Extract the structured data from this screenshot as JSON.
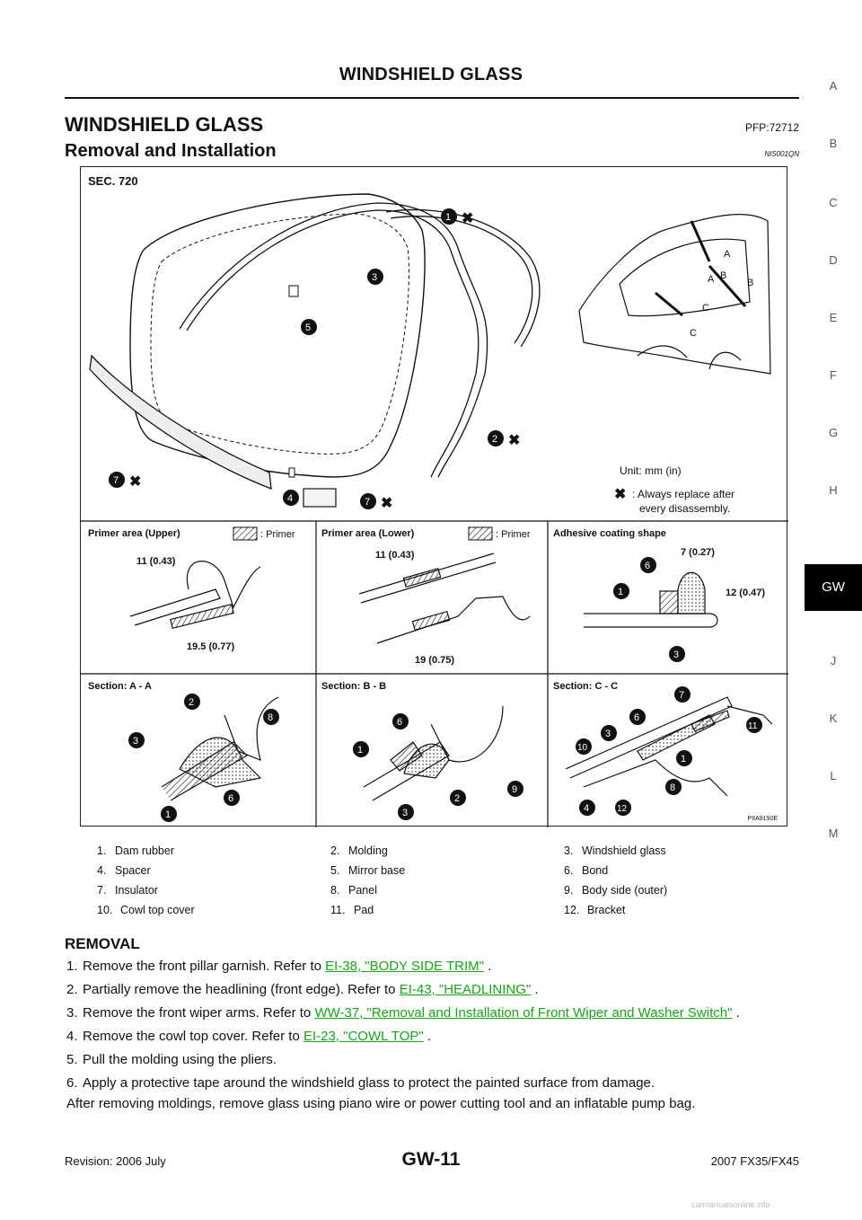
{
  "header": {
    "title": "WINDSHIELD GLASS"
  },
  "title": {
    "main": "WINDSHIELD GLASS",
    "pfp": "PFP:72712"
  },
  "section": {
    "title": "Removal and Installation",
    "code": "NIS001QN"
  },
  "side_index": {
    "letters": [
      "A",
      "B",
      "C",
      "D",
      "E",
      "F",
      "G",
      "H",
      "GW",
      "J",
      "K",
      "L",
      "M"
    ],
    "active": "GW"
  },
  "figure": {
    "sec": "SEC. 720",
    "unit": "Unit: mm (in)",
    "replace_note_1": ": Always replace after",
    "replace_note_2": "every disassembly.",
    "panels": {
      "primer_upper": "Primer area (Upper)",
      "primer_lower": "Primer area (Lower)",
      "primer_label": ": Primer",
      "adhesive": "Adhesive coating shape",
      "section_aa": "Section: A - A",
      "section_bb": "Section: B - B",
      "section_cc": "Section: C - C"
    },
    "dims": {
      "upper_top": "11 (0.43)",
      "upper_bottom": "19.5 (0.77)",
      "lower_top": "11 (0.43)",
      "lower_bottom": "19 (0.75)",
      "adh_width": "7 (0.27)",
      "adh_height": "12 (0.47)"
    },
    "view_labels": [
      "A",
      "A",
      "B",
      "B",
      "C",
      "C"
    ],
    "code": "PIIA9190E"
  },
  "legend": [
    [
      {
        "num": "1.",
        "label": "Dam rubber"
      },
      {
        "num": "2.",
        "label": "Molding"
      },
      {
        "num": "3.",
        "label": "Windshield glass"
      }
    ],
    [
      {
        "num": "4.",
        "label": "Spacer"
      },
      {
        "num": "5.",
        "label": "Mirror base"
      },
      {
        "num": "6.",
        "label": "Bond"
      }
    ],
    [
      {
        "num": "7.",
        "label": "Insulator"
      },
      {
        "num": "8.",
        "label": "Panel"
      },
      {
        "num": "9.",
        "label": "Body side (outer)"
      }
    ],
    [
      {
        "num": "10.",
        "label": "Cowl top cover"
      },
      {
        "num": "11.",
        "label": "Pad"
      },
      {
        "num": "12.",
        "label": "Bracket"
      }
    ]
  ],
  "removal": {
    "heading": "REMOVAL",
    "steps": [
      {
        "n": "1.",
        "pre": "Remove the front pillar garnish. Refer to ",
        "link": "EI-38, \"BODY SIDE TRIM\"",
        "post": " ."
      },
      {
        "n": "2.",
        "pre": "Partially remove the headlining (front edge). Refer to ",
        "link": "EI-43, \"HEADLINING\"",
        "post": " ."
      },
      {
        "n": "3.",
        "pre": "Remove the front wiper arms. Refer to ",
        "link": "WW-37, \"Removal and Installation of Front Wiper and Washer Switch\"",
        "post": " ."
      },
      {
        "n": "4.",
        "pre": "Remove the cowl top cover. Refer to ",
        "link": "EI-23, \"COWL TOP\"",
        "post": " ."
      },
      {
        "n": "5.",
        "pre": "Pull the molding using the pliers.",
        "link": "",
        "post": ""
      },
      {
        "n": "6.",
        "pre": "Apply a protective tape around the windshield glass to protect the painted surface from damage.",
        "link": "",
        "post": ""
      }
    ],
    "note": "After removing moldings, remove glass using piano wire or power cutting tool and an inflatable pump bag."
  },
  "footer": {
    "left": "Revision: 2006 July",
    "center": "GW-11",
    "right": "2007 FX35/FX45",
    "watermark": "carmanualsonline.info"
  }
}
